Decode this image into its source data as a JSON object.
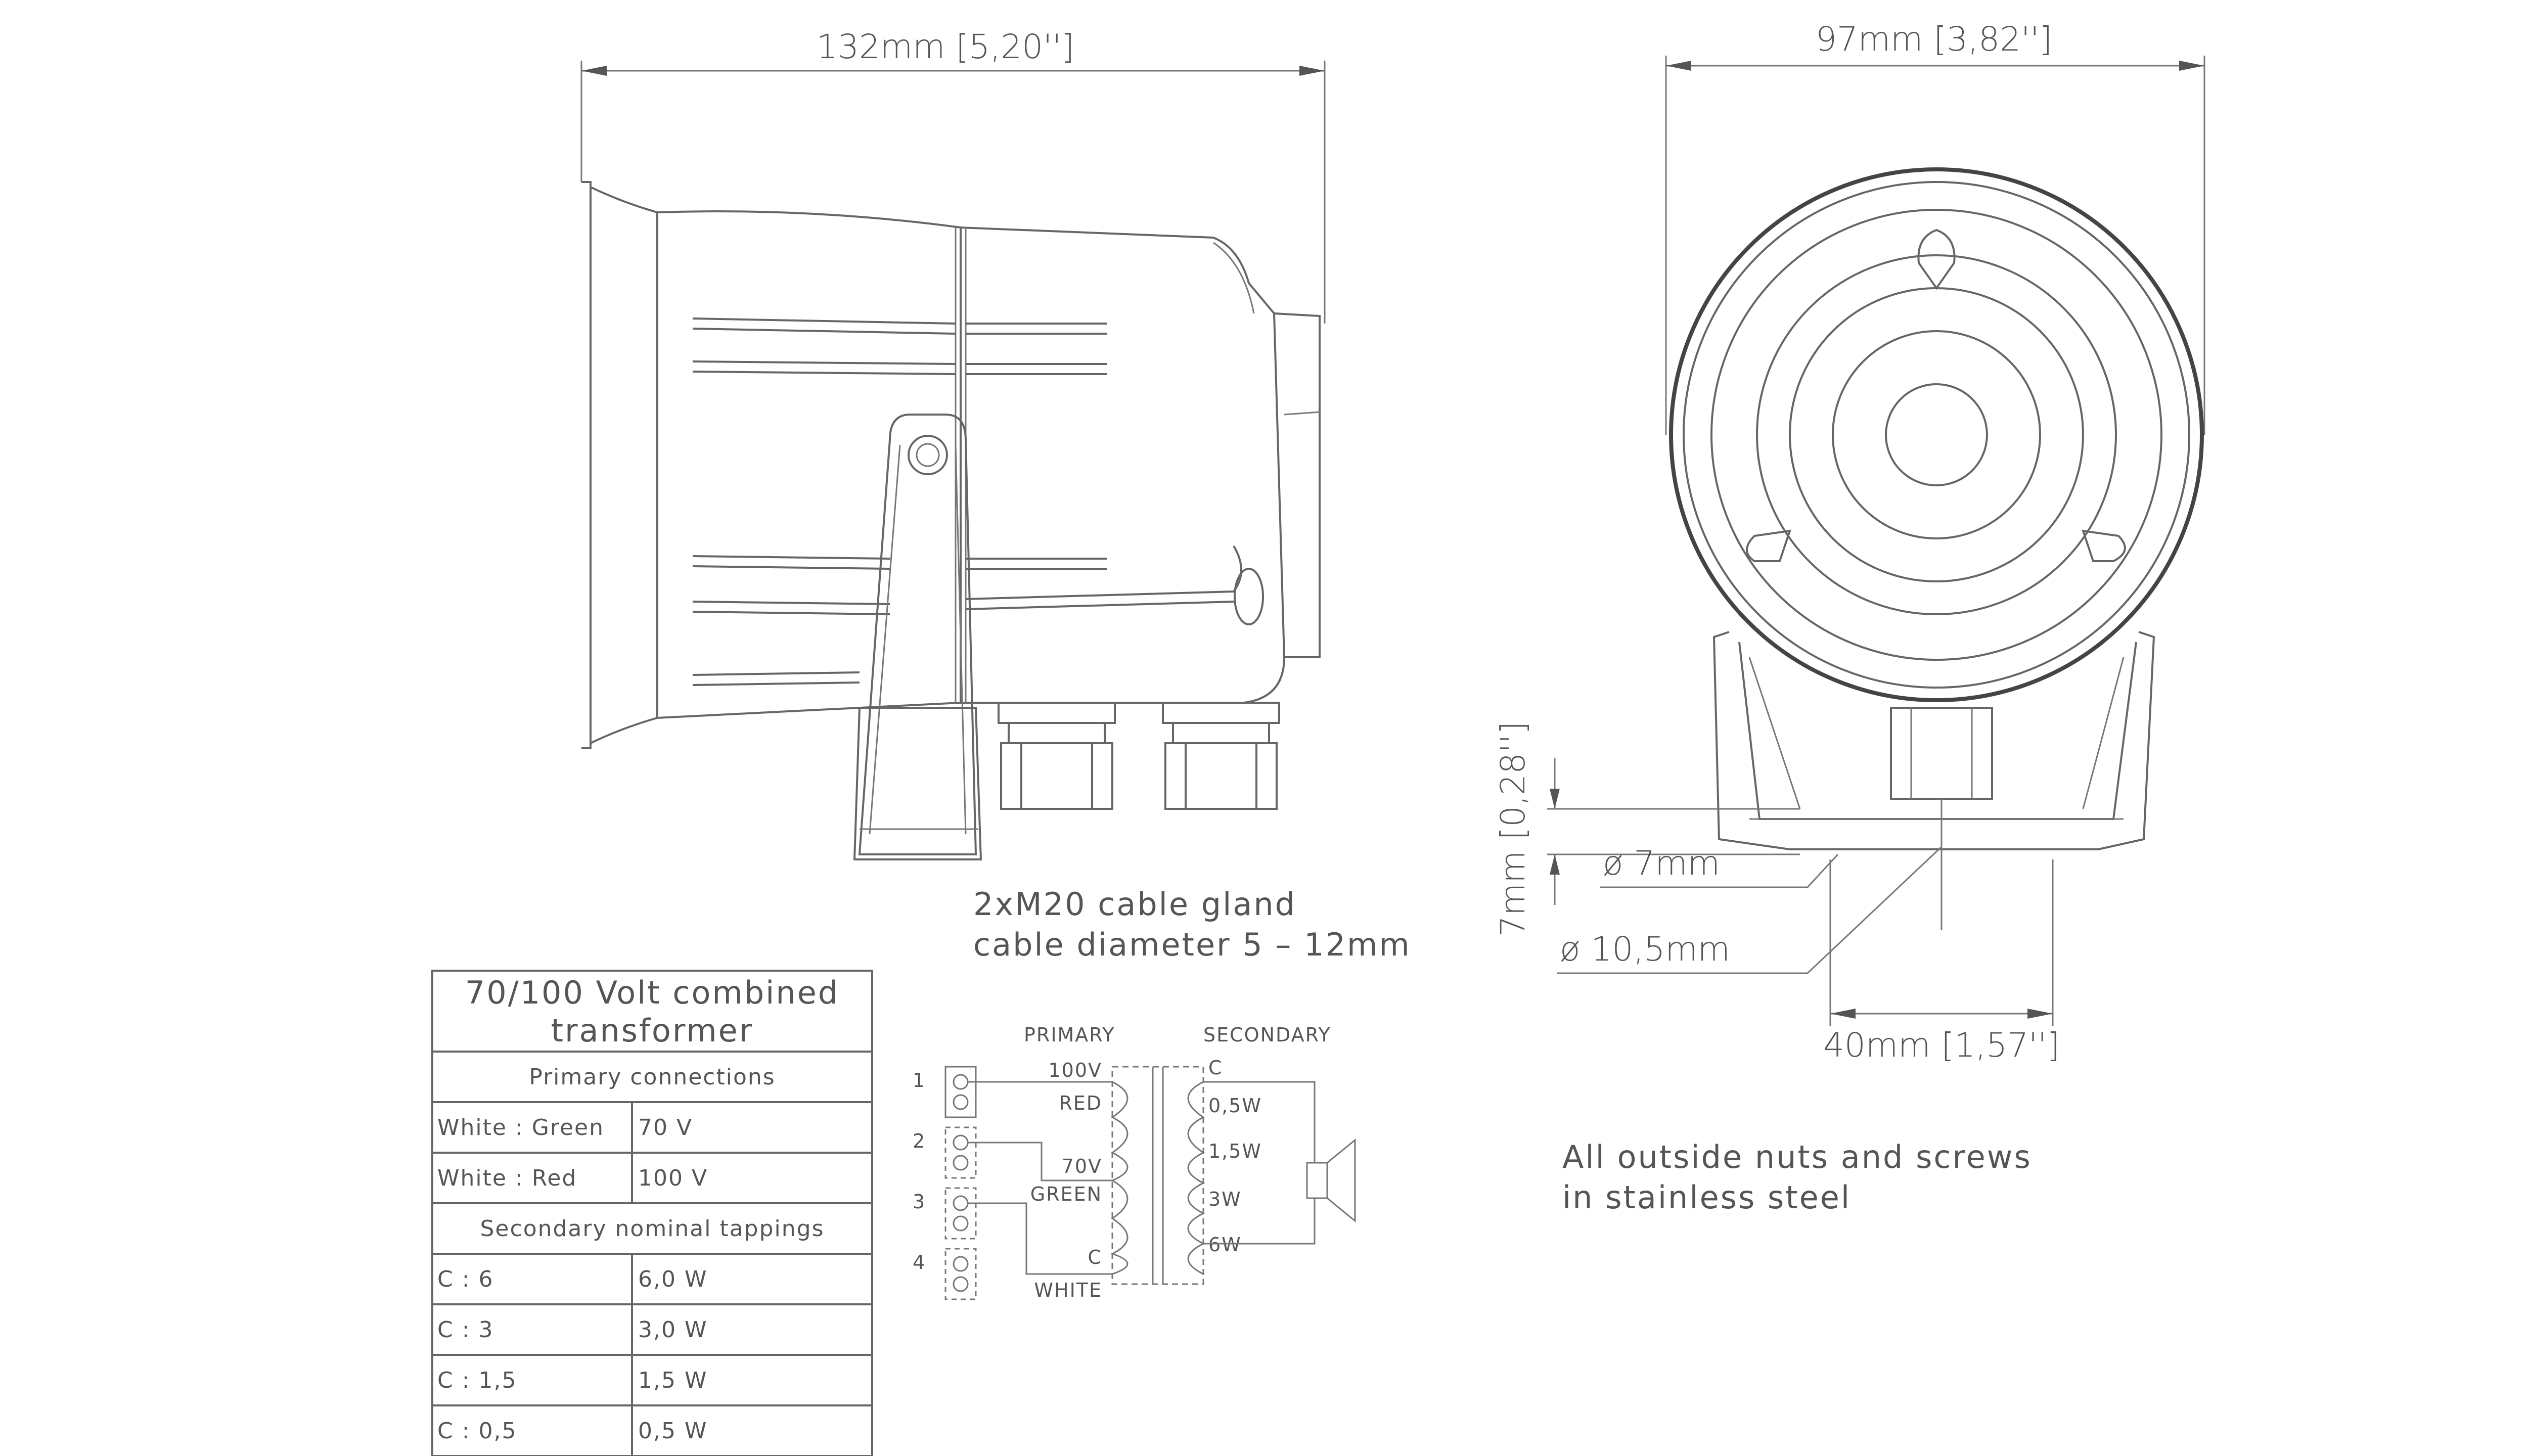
{
  "dimensions": {
    "width_side": "132mm [5,20'']",
    "width_front": "97mm [3,82'']",
    "base_width": "40mm [1,57'']",
    "base_offset_v": "7mm [0,28'']",
    "hole_small": "ø 7mm",
    "hole_large": "ø 10,5mm"
  },
  "notes": {
    "cable_gland": [
      "2xM20 cable gland",
      "cable diameter 5 – 12mm"
    ],
    "material": [
      "All outside nuts and screws",
      "in stainless steel"
    ]
  },
  "transformer_table": {
    "title": [
      "70/100 Volt combined",
      "transformer"
    ],
    "primary_header": "Primary connections",
    "primary_rows": [
      {
        "key": "White : Green",
        "value": "70 V"
      },
      {
        "key": "White : Red",
        "value": "100 V"
      }
    ],
    "secondary_header": "Secondary nominal tappings",
    "secondary_rows": [
      {
        "key": "C : 6",
        "value": "6,0 W"
      },
      {
        "key": "C : 3",
        "value": "3,0 W"
      },
      {
        "key": "C : 1,5",
        "value": "1,5 W"
      },
      {
        "key": "C : 0,5",
        "value": "0,5 W"
      }
    ]
  },
  "schematic": {
    "primary_label": "PRIMARY",
    "secondary_label": "SECONDARY",
    "terminals": [
      "1",
      "2",
      "3",
      "4"
    ],
    "primary_taps": [
      "100V",
      "RED",
      "70V",
      "GREEN",
      "C",
      "WHITE"
    ],
    "secondary_taps": [
      "C",
      "0,5W",
      "1,5W",
      "3W",
      "6W"
    ]
  }
}
